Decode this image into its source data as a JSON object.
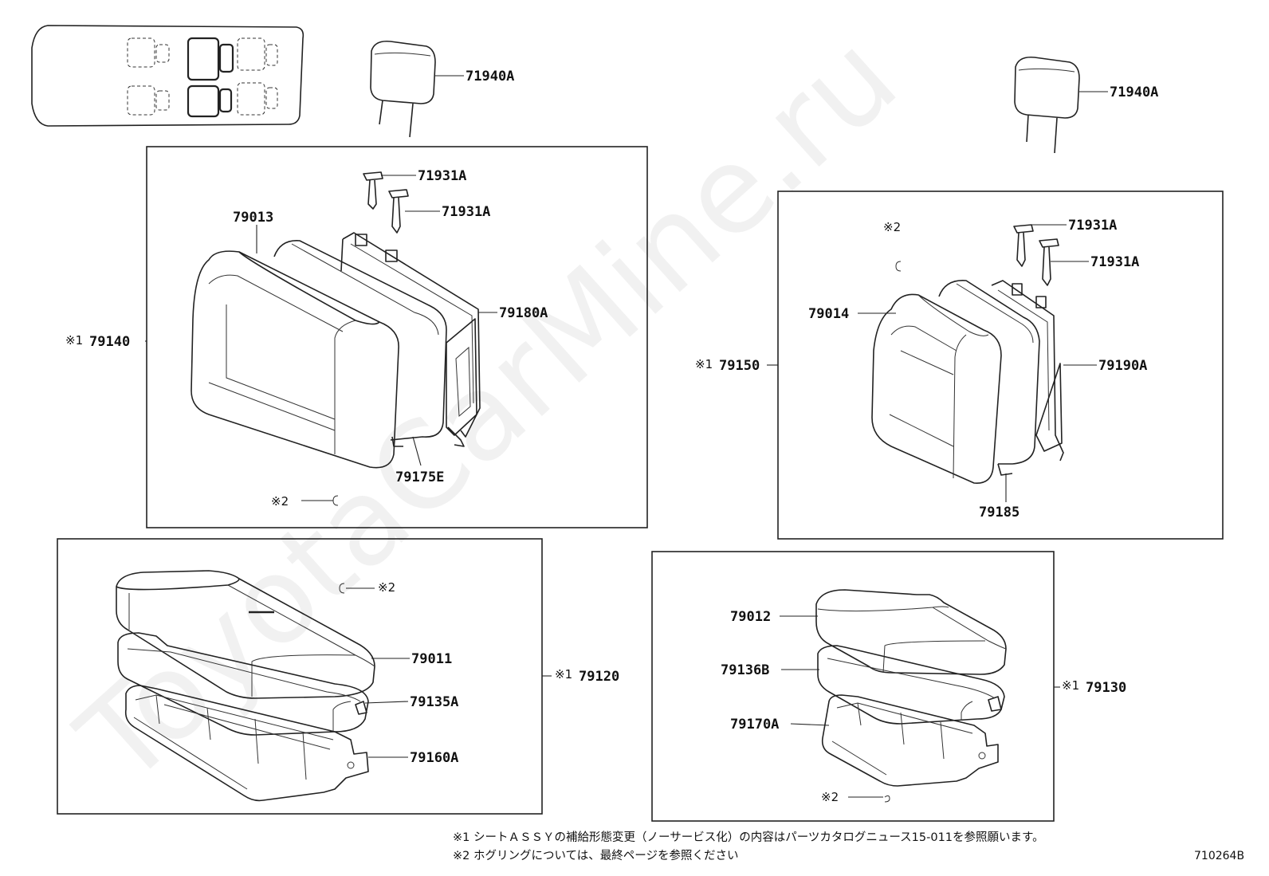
{
  "watermark": "ToyotaCarMine.ru",
  "labels": {
    "headrest_left": "71940A",
    "headrest_right": "71940A",
    "support_l1": "71931A",
    "support_l2": "71931A",
    "support_r1": "71931A",
    "support_r2": "71931A",
    "back_cover_l": "79013",
    "back_frame_l": "79180A",
    "back_pad_l": "79175E",
    "back_assy_l": "79140",
    "back_cover_r": "79014",
    "back_frame_r": "79190A",
    "back_pad_r": "79185",
    "back_assy_r": "79150",
    "cush_cover_l": "79011",
    "cush_pad_l": "79135A",
    "cush_frame_l": "79160A",
    "cush_assy_l": "79120",
    "cush_cover_r": "79012",
    "cush_pad_r": "79136B",
    "cush_frame_r": "79170A",
    "cush_assy_r": "79130"
  },
  "marks": {
    "ref1": "※1",
    "ref2": "※2"
  },
  "notes": [
    "※1 シートＡＳＳＹの補給形態変更（ノーサービス化）の内容はパーツカタログニュース15-011を参照願います。",
    "※2 ホグリングについては、最終ページを参照ください"
  ],
  "figure_number": "710264B"
}
